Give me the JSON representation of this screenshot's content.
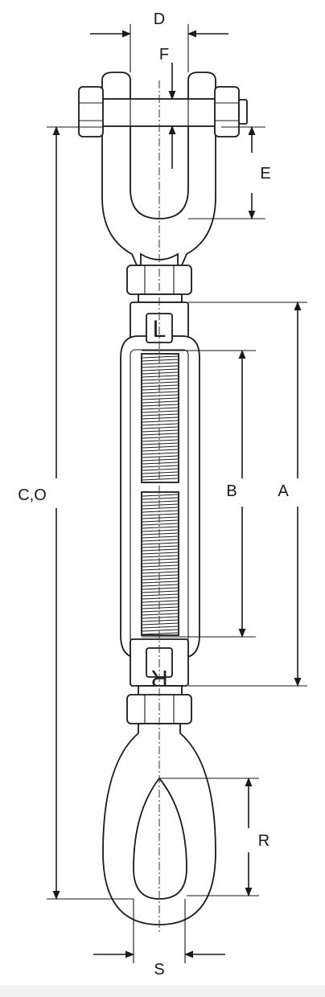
{
  "diagram": {
    "labels": {
      "D": "D",
      "F": "F",
      "E": "E",
      "CO": "C,O",
      "B": "B",
      "A": "A",
      "R": "R",
      "S": "S"
    },
    "stamps": {
      "left": "L",
      "right": "R"
    }
  }
}
